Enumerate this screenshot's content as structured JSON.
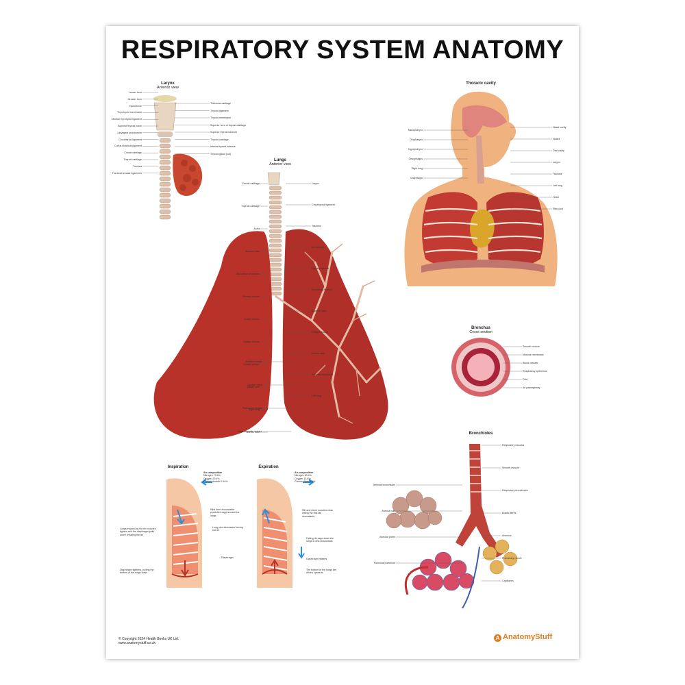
{
  "title": "RESPIRATORY SYSTEM ANATOMY",
  "larynx": {
    "title": "Larynx",
    "subtitle": "Anterior view",
    "left": [
      "Lesser horn",
      "Greater horn",
      "Hyoid bone",
      "Thyrohyoid membrane",
      "Median thyrohyoid ligament",
      "Superior thyroid notch",
      "Laryngeal prominence",
      "Cricothyroid ligament",
      "Conus elasticus ligament",
      "Cricoid cartilage",
      "Thyroid cartilage",
      "Trachea",
      "Tracheal annular ligaments"
    ],
    "right": [
      "Triticeous cartilage",
      "Thyroid ligament",
      "Thyroid membrane",
      "Superior horn of thyroid cartilage",
      "Superior thyroid tubercle",
      "Thyroid cartilage",
      "Inferior thyroid tubercle",
      "Thyroid gland (cut)"
    ]
  },
  "lungs": {
    "title": "Lungs",
    "subtitle": "Anterior view",
    "left": [
      "Cricoid cartilage",
      "Thyroid cartilage",
      "Aorta",
      "Superior lobe",
      "Bifurcation of trachea",
      "Primary bronchi",
      "Costal surface",
      "Oblique fissure",
      "Costal surface",
      "Middle lobe",
      "Right lung",
      "Inferior lobe"
    ],
    "center": [
      "Anterior margin",
      "Cardiac notch",
      "Pulmonary tongue",
      "Diaphragmatic surface"
    ],
    "right": [
      "Larynx",
      "Cricothyroid ligament",
      "Trachea",
      "Bronchiolus",
      "Primary bronchi",
      "Secondary bronchi",
      "Superior lobe",
      "Oblique fissure",
      "Inferior lobe",
      "Terminal bronchiole",
      "Left lung"
    ]
  },
  "thoracic": {
    "title": "Thoracic cavity",
    "left": [
      "Nasopharynx",
      "Oropharynx",
      "Hypopharynx",
      "Oesophagus",
      "Right lung",
      "Diaphragm"
    ],
    "right": [
      "Nasal cavity",
      "Nostril",
      "Oral cavity",
      "Larynx",
      "Trachea",
      "Left lung",
      "Heart",
      "Ribs (cut)"
    ]
  },
  "bronchus": {
    "title": "Bronchus",
    "subtitle": "Cross section",
    "right": [
      "Smooth muscle",
      "Mucous membrane",
      "Blood vessels",
      "Respiratory epithelium",
      "Cilia",
      "Air passageway"
    ]
  },
  "bronchioles": {
    "title": "Bronchioles",
    "left": [
      "Terminal bronchioles",
      "Alveolar sac",
      "Alveolar pores",
      "Pulmonary arteriole"
    ],
    "right": [
      "Respiratory mucosa",
      "Smooth muscle",
      "Respiratory bronchioles",
      "Elastic fibres",
      "Alveolus",
      "Pulmonary venule",
      "Capillaries"
    ]
  },
  "inspiration": {
    "title": "Inspiration",
    "air_title": "Air composition",
    "air": [
      "Nitrogen 79.6%",
      "Oxygen 20.4%",
      "Carbon dioxide 0.04%"
    ],
    "notes": [
      "Ribs form a moveable protective cage around the lungs",
      "Lungs expand as the rib muscles tighten and the diaphragm pulls down, inhaling the air",
      "Diaphragm tightens, pulling the bottom of the lungs down"
    ]
  },
  "expiration": {
    "title": "Expiration",
    "air_title": "Air composition",
    "air": [
      "Nitrogen 80.4%",
      "Oxygen 15.6%",
      "Carbon dioxide 4%"
    ],
    "notes": [
      "Lung size decreases forcing out air",
      "Rib and chest muscles relax, letting the ribs fall downwards",
      "Falling rib cage down the lungs in and downwards",
      "Diaphragm relaxes",
      "The bottom of the lungs are driven upwards"
    ],
    "shared": "Diaphragm"
  },
  "footer": {
    "copyright": "© Copyright 2024 Health Books UK Ltd.",
    "website": "www.anatomystuff.co.uk",
    "brand": "AnatomyStuff"
  },
  "colors": {
    "lung": "#b8322a",
    "tissue": "#c9685a",
    "cartilage": "#e8d6c2",
    "accent": "#e07a1f",
    "air": "#2d8fd6"
  }
}
